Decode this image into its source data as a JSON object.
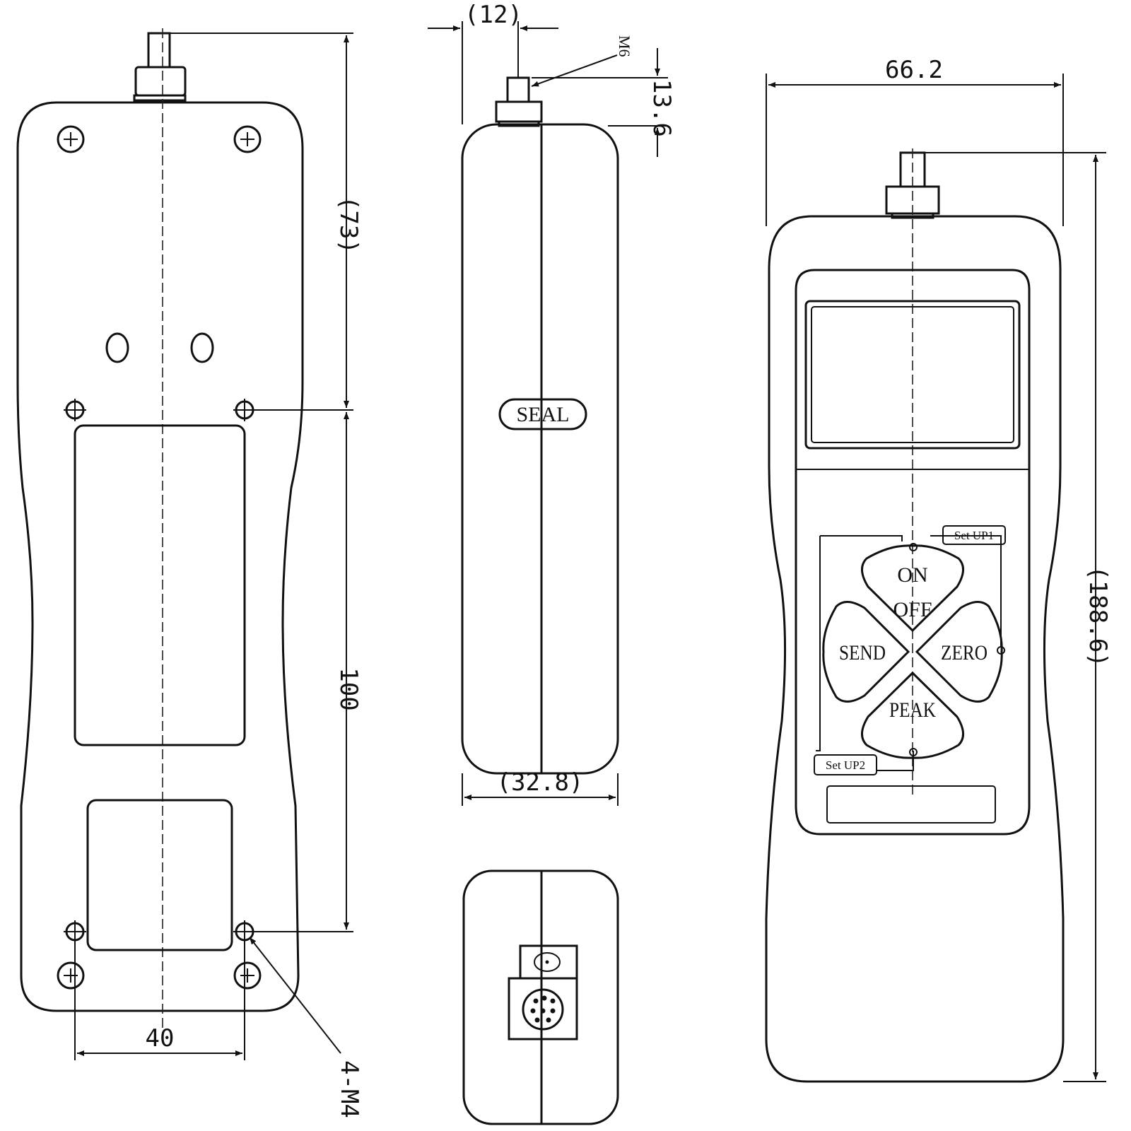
{
  "dimensions": {
    "top_offset": "(12)",
    "thread": "M6",
    "stud_height": "13.6",
    "upper_span": "(73)",
    "hole_spacing": "100",
    "mount_width": "40",
    "mount_screws": "4-M4",
    "depth": "(32.8)",
    "width": "66.2",
    "height": "(188.6)"
  },
  "labels": {
    "seal": "SEAL"
  },
  "keypad": {
    "on": "ON",
    "off": "OFF",
    "send": "SEND",
    "zero": "ZERO",
    "peak": "PEAK",
    "setup1": "Set UP1",
    "setup2": "Set UP2"
  }
}
